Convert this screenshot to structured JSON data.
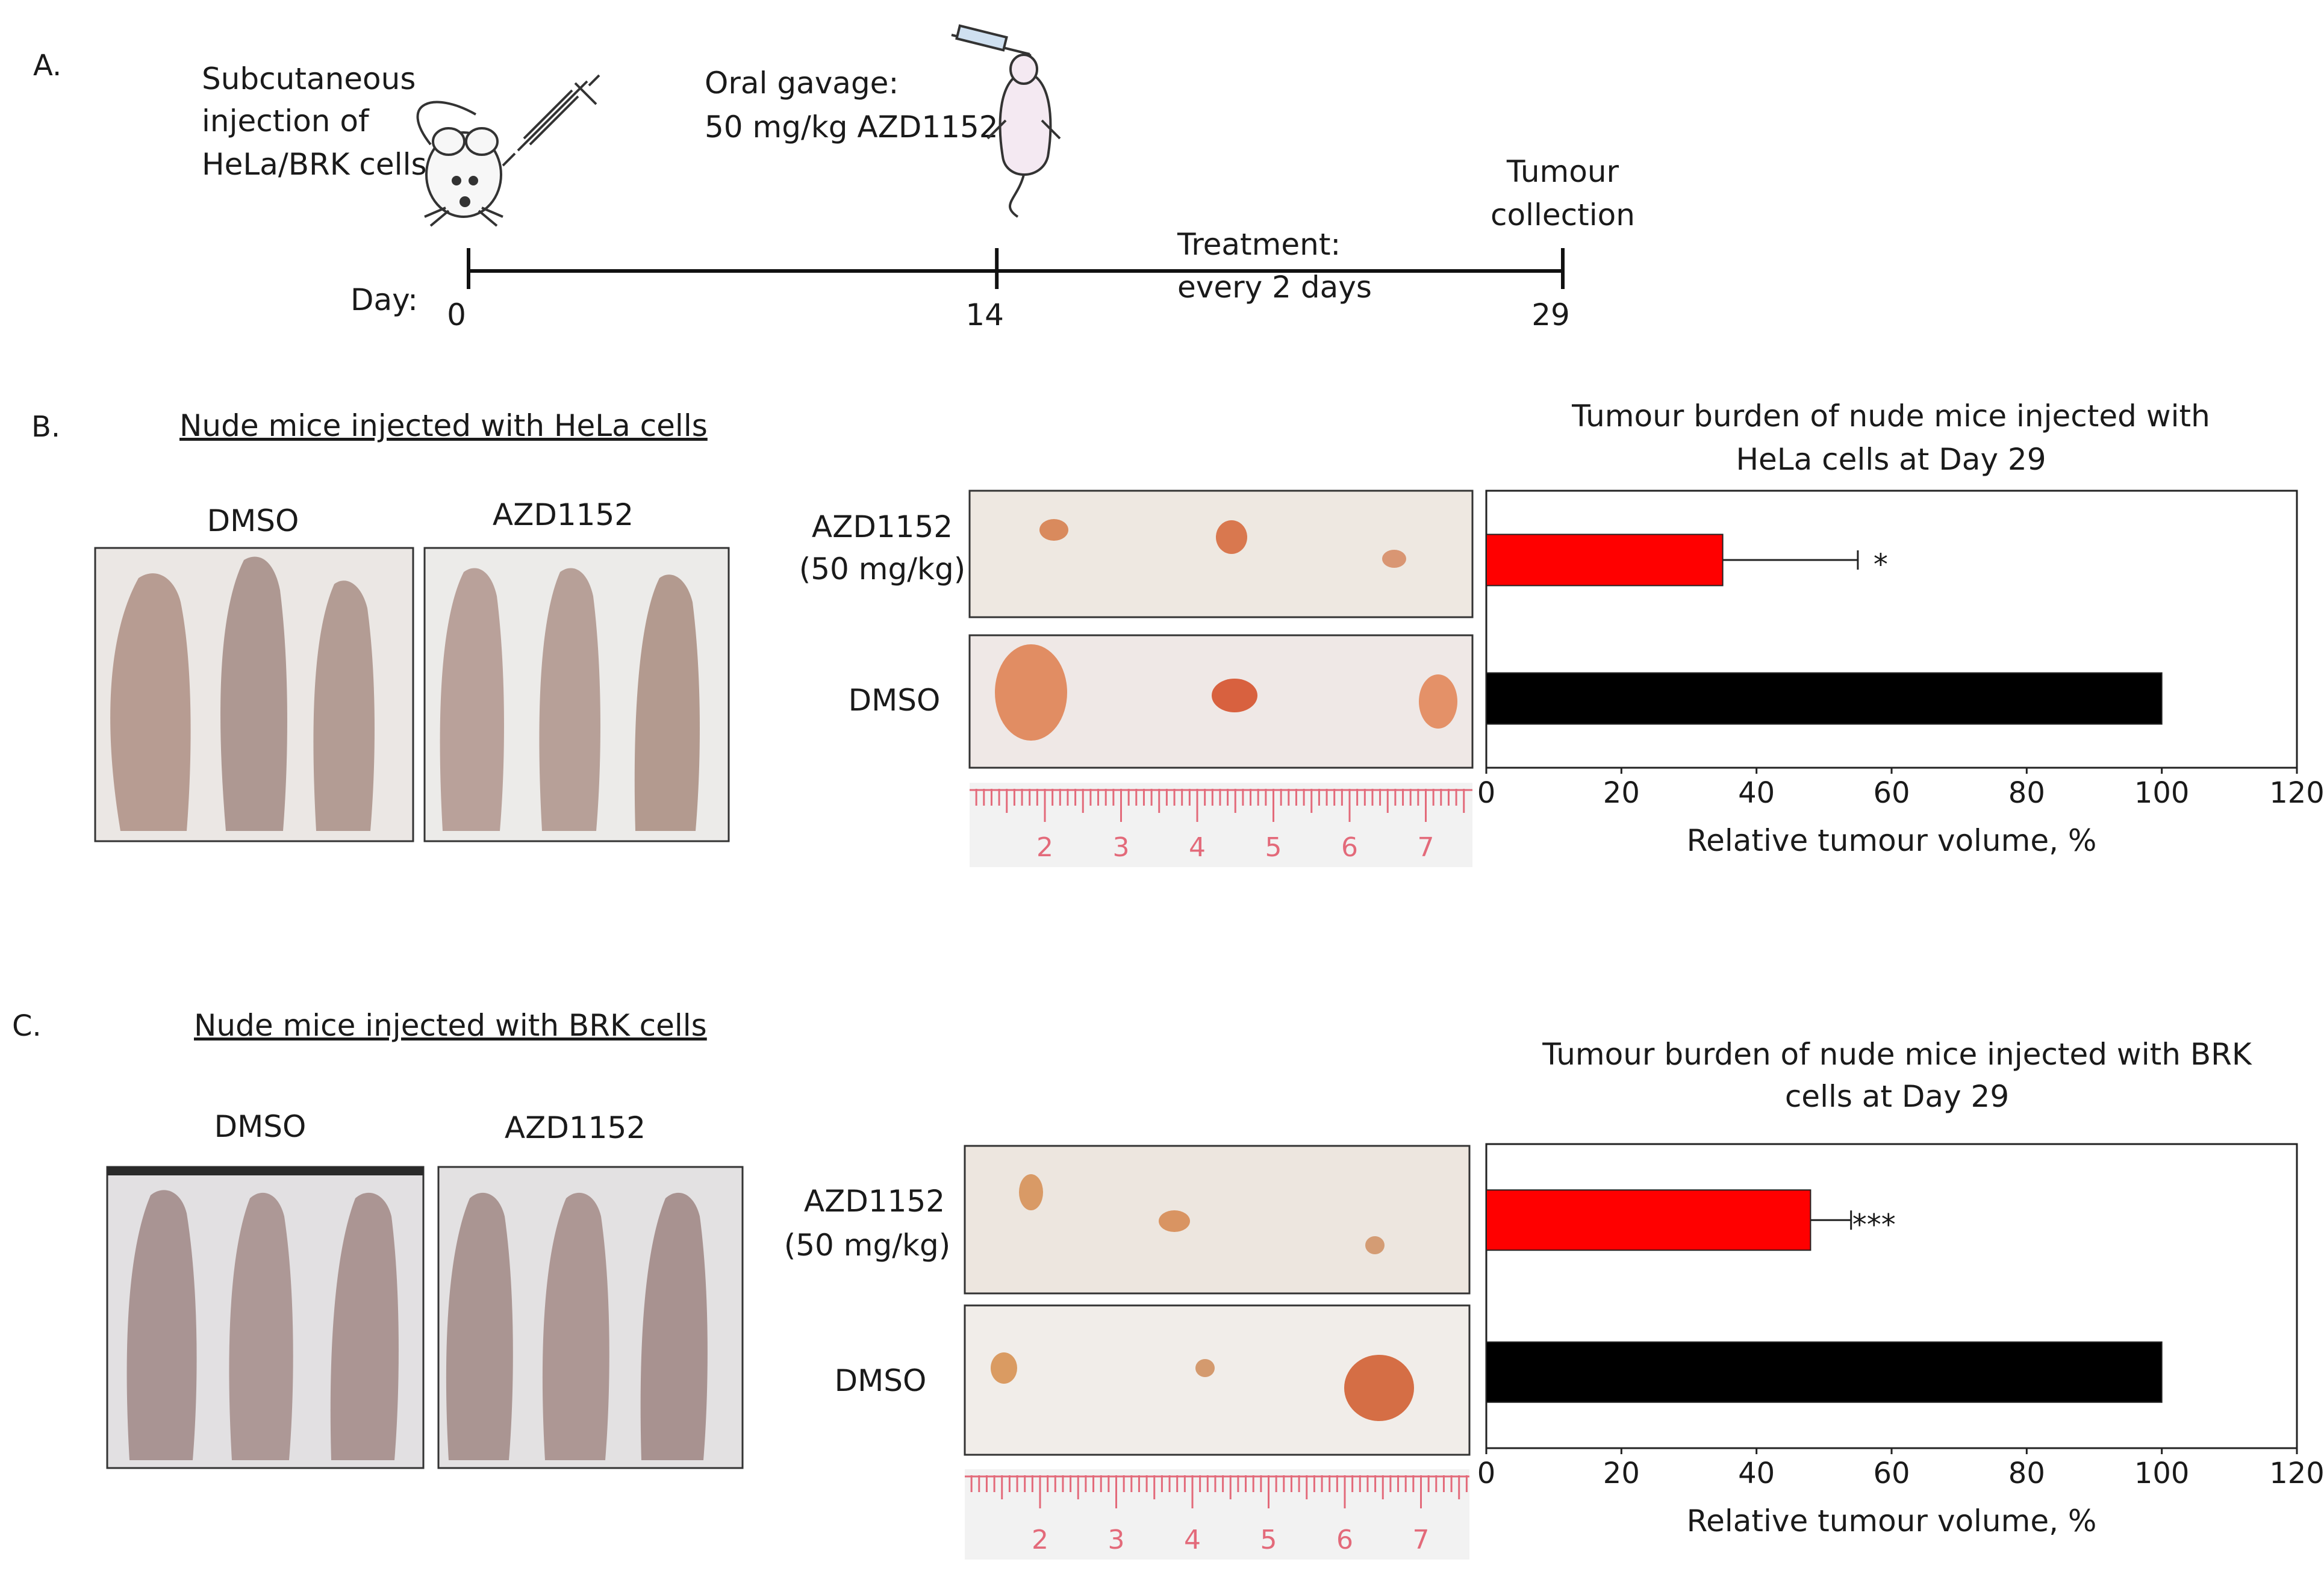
{
  "panels": {
    "A": {
      "letter": "A.",
      "injection_label": [
        "Subcutaneous",
        "injection of",
        "HeLa/BRK cells"
      ],
      "gavage_label": [
        "Oral gavage:",
        "50 mg/kg AZD1152"
      ],
      "treatment_label": [
        "Treatment:",
        "every 2 days"
      ],
      "collection_label": [
        "Tumour",
        "collection"
      ],
      "day_label": "Day:",
      "days": [
        "0",
        "14",
        "29"
      ],
      "day_values": [
        0,
        14,
        29
      ]
    },
    "B": {
      "letter": "B.",
      "photo_title": "Nude mice injected with HeLa cells",
      "group_labels": [
        "DMSO",
        "AZD1152"
      ],
      "row_label_treated": [
        "AZD1152",
        "(50 mg/kg)"
      ],
      "row_label_control": "DMSO",
      "ruler_ticks": [
        "2",
        "3",
        "4",
        "5",
        "6",
        "7"
      ]
    },
    "C": {
      "letter": "C.",
      "photo_title": "Nude mice injected with BRK cells",
      "group_labels": [
        "DMSO",
        "AZD1152"
      ],
      "row_label_treated": [
        "AZD1152",
        "(50 mg/kg)"
      ],
      "row_label_control": "DMSO",
      "ruler_ticks": [
        "2",
        "3",
        "4",
        "5",
        "6",
        "7"
      ]
    }
  },
  "colors": {
    "treated_bar": "#ff0000",
    "control_bar": "#000000",
    "skin": "#bfa395",
    "tumour": "#d9704a",
    "ruler": "#e36a7a"
  },
  "chart_data": [
    {
      "type": "bar",
      "orientation": "horizontal",
      "title": [
        "Tumour burden of nude mice injected with",
        "HeLa cells at Day 29"
      ],
      "xlabel": "Relative tumour volume, %",
      "xlim": [
        0,
        120
      ],
      "xticks": [
        "0",
        "20",
        "40",
        "60",
        "80",
        "100",
        "120"
      ],
      "categories": [
        "AZD1152 (50 mg/kg)",
        "DMSO"
      ],
      "values": [
        35,
        100
      ],
      "errors": [
        20,
        0
      ],
      "significance": [
        "*",
        ""
      ],
      "grid": false
    },
    {
      "type": "bar",
      "orientation": "horizontal",
      "title": [
        "Tumour burden of nude mice injected with BRK",
        "cells at Day 29"
      ],
      "xlabel": "Relative tumour volume, %",
      "xlim": [
        0,
        120
      ],
      "xticks": [
        "0",
        "20",
        "40",
        "60",
        "80",
        "100",
        "120"
      ],
      "categories": [
        "AZD1152 (50 mg/kg)",
        "DMSO"
      ],
      "values": [
        48,
        100
      ],
      "errors": [
        6,
        0
      ],
      "significance": [
        "***",
        ""
      ],
      "grid": false
    }
  ]
}
